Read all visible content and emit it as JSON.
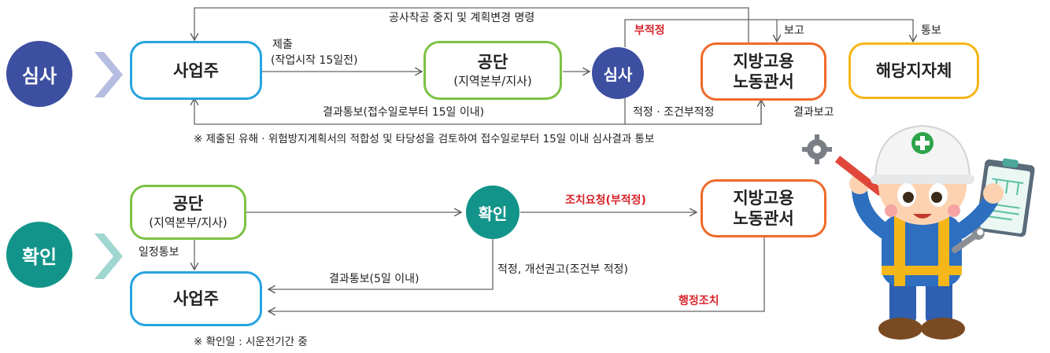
{
  "review": {
    "section_label": "심사",
    "business_owner": "사업주",
    "agency": "공단",
    "agency_sub": "(지역본부/지사)",
    "review_node": "심사",
    "labor_office_line1": "지방고용",
    "labor_office_line2": "노동관서",
    "local_gov": "해당지자체",
    "submit_label": "제출",
    "submit_sub": "(작업시작 15일전)",
    "stop_order": "공사착공 중지 및 계획변경 명령",
    "result_notice": "결과통보(접수일로부터 15일 이내)",
    "unsuitable": "부적정",
    "suitable": "적정 · 조건부적정",
    "report": "보고",
    "notify": "통보",
    "result_report": "결과보고",
    "note": "※ 제출된 유해 · 위험방지계획서의 적합성 및 타당성을 검토하여 접수일로부터 15일 이내 심사결과 통보"
  },
  "confirm": {
    "section_label": "확인",
    "agency": "공단",
    "agency_sub": "(지역본부/지사)",
    "confirm_node": "확인",
    "labor_office_line1": "지방고용",
    "labor_office_line2": "노동관서",
    "business_owner": "사업주",
    "schedule_notice": "일정통보",
    "action_request": "조치요청(부적정)",
    "result_notice": "결과통보(5일 이내)",
    "suitable": "적정, 개선권고(조건부 적정)",
    "admin_action": "행정조치",
    "note": "※ 확인일 : 시운전기간 중"
  },
  "colors": {
    "review_circle": "#3d4fa1",
    "confirm_circle": "#13948a",
    "blue": "#27a3e0",
    "green": "#7cc243",
    "orange": "#f06a2b",
    "yellow": "#f5b618",
    "red_text": "#d8232a"
  }
}
